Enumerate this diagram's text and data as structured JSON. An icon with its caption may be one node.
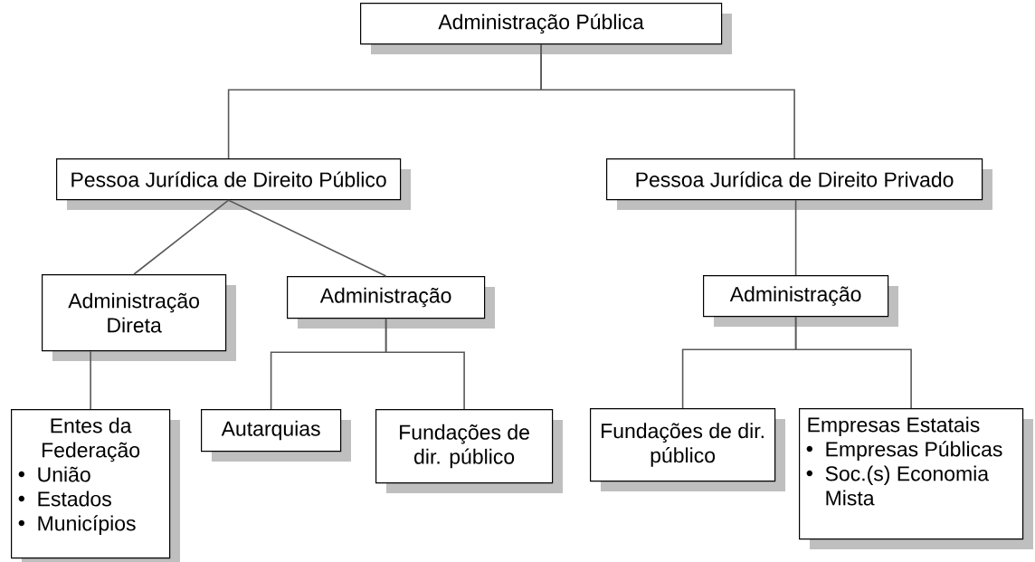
{
  "diagram": {
    "nodes": [
      {
        "text": [
          "Administração Pública"
        ]
      },
      {
        "text": [
          "Pessoa Jurídica de Direito Público"
        ]
      },
      {
        "text": [
          "Pessoa Jurídica de Direito Privado"
        ]
      },
      {
        "text": [
          "Administração Direta"
        ]
      },
      {
        "text": [
          "Administração"
        ]
      },
      {
        "text": [
          "Entes da Federação",
          "União",
          "Estados",
          "Municípios"
        ]
      },
      {
        "text": [
          "Autarquias"
        ]
      },
      {
        "text": [
          "Fundações de dir. público"
        ]
      },
      {
        "text": [
          "Administração"
        ]
      },
      {
        "text": [
          "Fundações de dir. público"
        ]
      },
      {
        "text": [
          "Empresas Estatais",
          "Empresas Públicas",
          "Soc.(s) Economia Mista"
        ]
      }
    ],
    "edges": [
      {
        "from": 0,
        "to": 1,
        "arrow": "none"
      },
      {
        "from": 0,
        "to": 2,
        "arrow": "none"
      },
      {
        "from": 1,
        "to": 3,
        "arrow": "none"
      },
      {
        "from": 1,
        "to": 4,
        "arrow": "none"
      },
      {
        "from": 3,
        "to": 5,
        "arrow": "none"
      },
      {
        "from": 4,
        "to": 6,
        "arrow": "none"
      },
      {
        "from": 4,
        "to": 7,
        "arrow": "none"
      },
      {
        "from": 2,
        "to": 8,
        "arrow": "none"
      },
      {
        "from": 8,
        "to": 9,
        "arrow": "none"
      },
      {
        "from": 8,
        "to": 10,
        "arrow": "none"
      }
    ]
  }
}
